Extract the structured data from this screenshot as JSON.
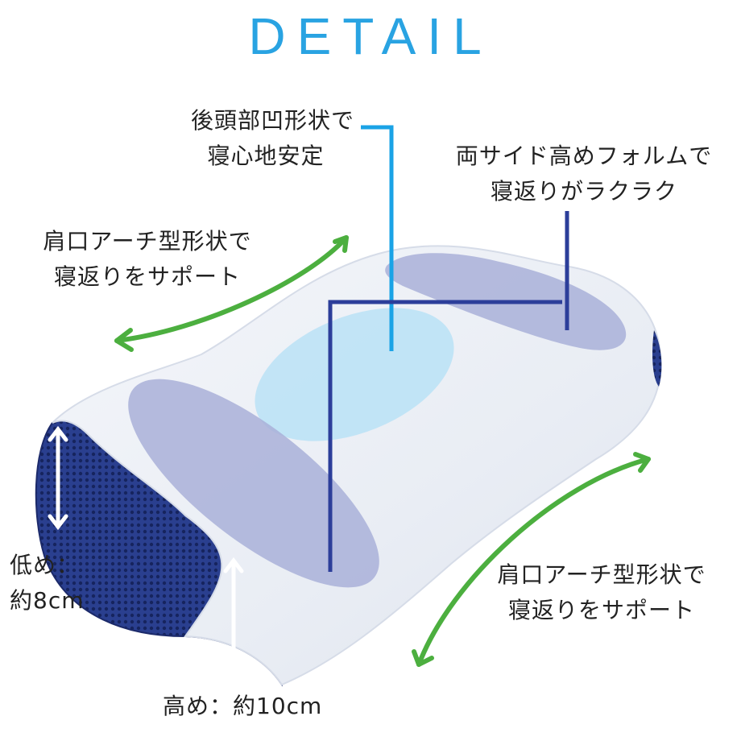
{
  "title": "DETAIL",
  "callouts": {
    "head_hollow": {
      "line1": "後頭部凹形状で",
      "line2": "寝心地安定"
    },
    "side_high": {
      "line1": "両サイド高めフォルムで",
      "line2": "寝返りがラクラク"
    },
    "shoulder_arch_left": {
      "line1": "肩口アーチ型形状で",
      "line2": "寝返りをサポート"
    },
    "shoulder_arch_right": {
      "line1": "肩口アーチ型形状で",
      "line2": "寝返りをサポート"
    },
    "low_height": {
      "line1": "低め：",
      "line2": "約8cm"
    },
    "high_height": {
      "text": "高め：約10cm"
    }
  },
  "colors": {
    "title": "#29a3e2",
    "blue_callout_line": "#1aa3e6",
    "navy_callout_line": "#2c3e9a",
    "arrow_green": "#4caf3f",
    "mesh_navy": "#2a3f8f",
    "zone_purple": "#a9b0d8",
    "zone_light_blue": "#bfe3f6"
  },
  "icons": [
    "green-double-arrow-icon",
    "white-double-arrow-icon"
  ]
}
